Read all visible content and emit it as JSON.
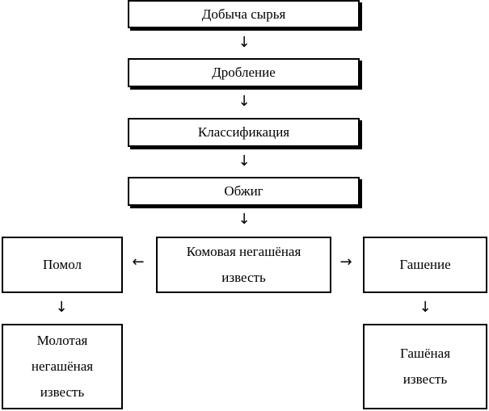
{
  "diagram": {
    "nodes": {
      "extraction": {
        "label": "Добыча сырья"
      },
      "crushing": {
        "label": "Дробление"
      },
      "classification": {
        "label": "Классификация"
      },
      "firing": {
        "label": "Обжиг"
      },
      "lump_lime": {
        "lines": [
          "Комовая негашёная",
          "известь"
        ]
      },
      "grinding": {
        "label": "Помол"
      },
      "slaking": {
        "label": "Гашение"
      },
      "ground_lime": {
        "lines": [
          "Молотая",
          "негашёная",
          "известь"
        ]
      },
      "slaked_lime": {
        "lines": [
          "Гашёная",
          "известь"
        ]
      }
    },
    "arrows": {
      "down": "↓",
      "left": "←",
      "right": "→"
    }
  }
}
